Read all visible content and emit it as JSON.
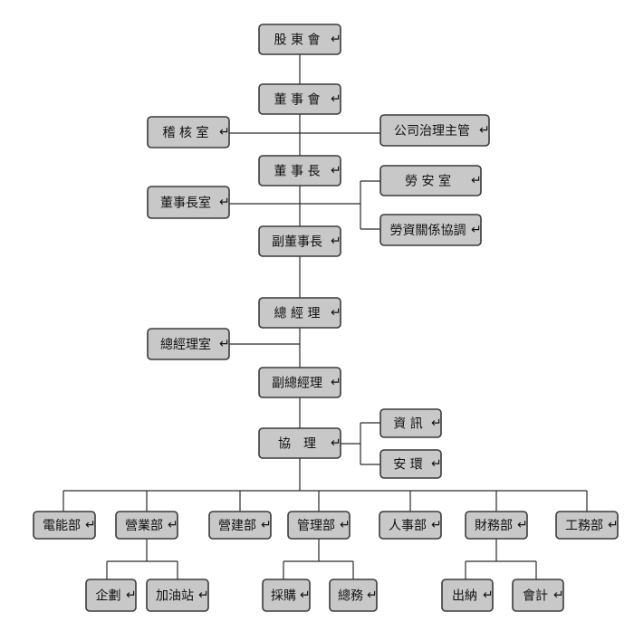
{
  "nodes": {
    "shareholders": "股 東 會",
    "board": "董 事 會",
    "audit": "稽 核 室",
    "governance": "公司治理主管",
    "chairman": "董 事 長",
    "chairman_office": "董事長室",
    "labor_safety": "勞 安 室",
    "labor_relations": "勞資關係協調",
    "vice_chairman": "副董事長",
    "gm": "總 經 理",
    "gm_office": "總經理室",
    "deputy_gm": "副總經理",
    "assoc_manager": "協　理",
    "info": "資 訊",
    "env_safety": "安 環",
    "power": "電能部",
    "sales": "營業部",
    "construction": "營建部",
    "management": "管理部",
    "hr": "人事部",
    "finance": "財務部",
    "engineering": "工務部",
    "planning": "企劃",
    "gas_station": "加油站",
    "procurement": "採購",
    "general_affairs": "總務",
    "cashier": "出納",
    "accounting": "會計"
  },
  "paragraph_mark": "↵"
}
